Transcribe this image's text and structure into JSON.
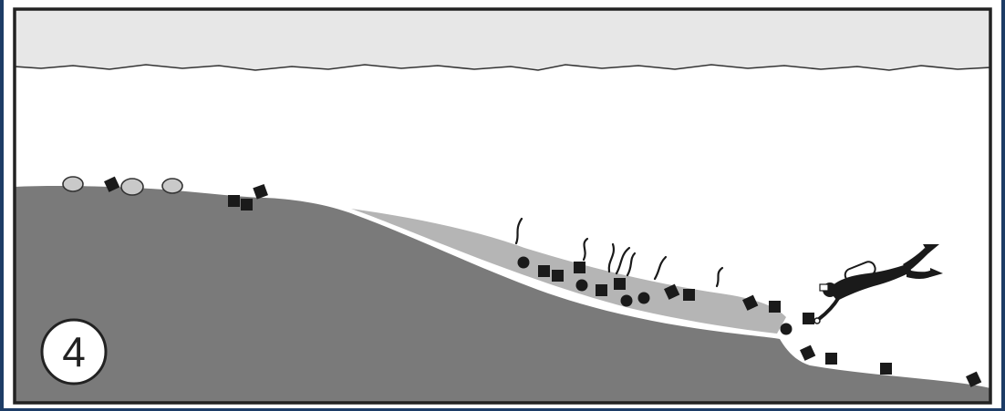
{
  "diagram": {
    "step_number": "4",
    "elements": [
      "surface-band",
      "seabed",
      "sediment-layer",
      "stones",
      "debris-blocks",
      "debris-balls",
      "seaweed",
      "diver"
    ]
  },
  "colors": {
    "frame": "#1d3c66",
    "border": "#222222",
    "sky": "#e7e7e7",
    "water": "#ffffff",
    "seabed": "#7a7a7a",
    "sediment": "#b5b5b5",
    "stone": "#c9c9c9",
    "debris": "#1a1a1a"
  },
  "icons": [
    "stone-icon",
    "debris-block-icon",
    "debris-ball-icon",
    "seaweed-icon",
    "diver-icon",
    "step-number-badge"
  ]
}
